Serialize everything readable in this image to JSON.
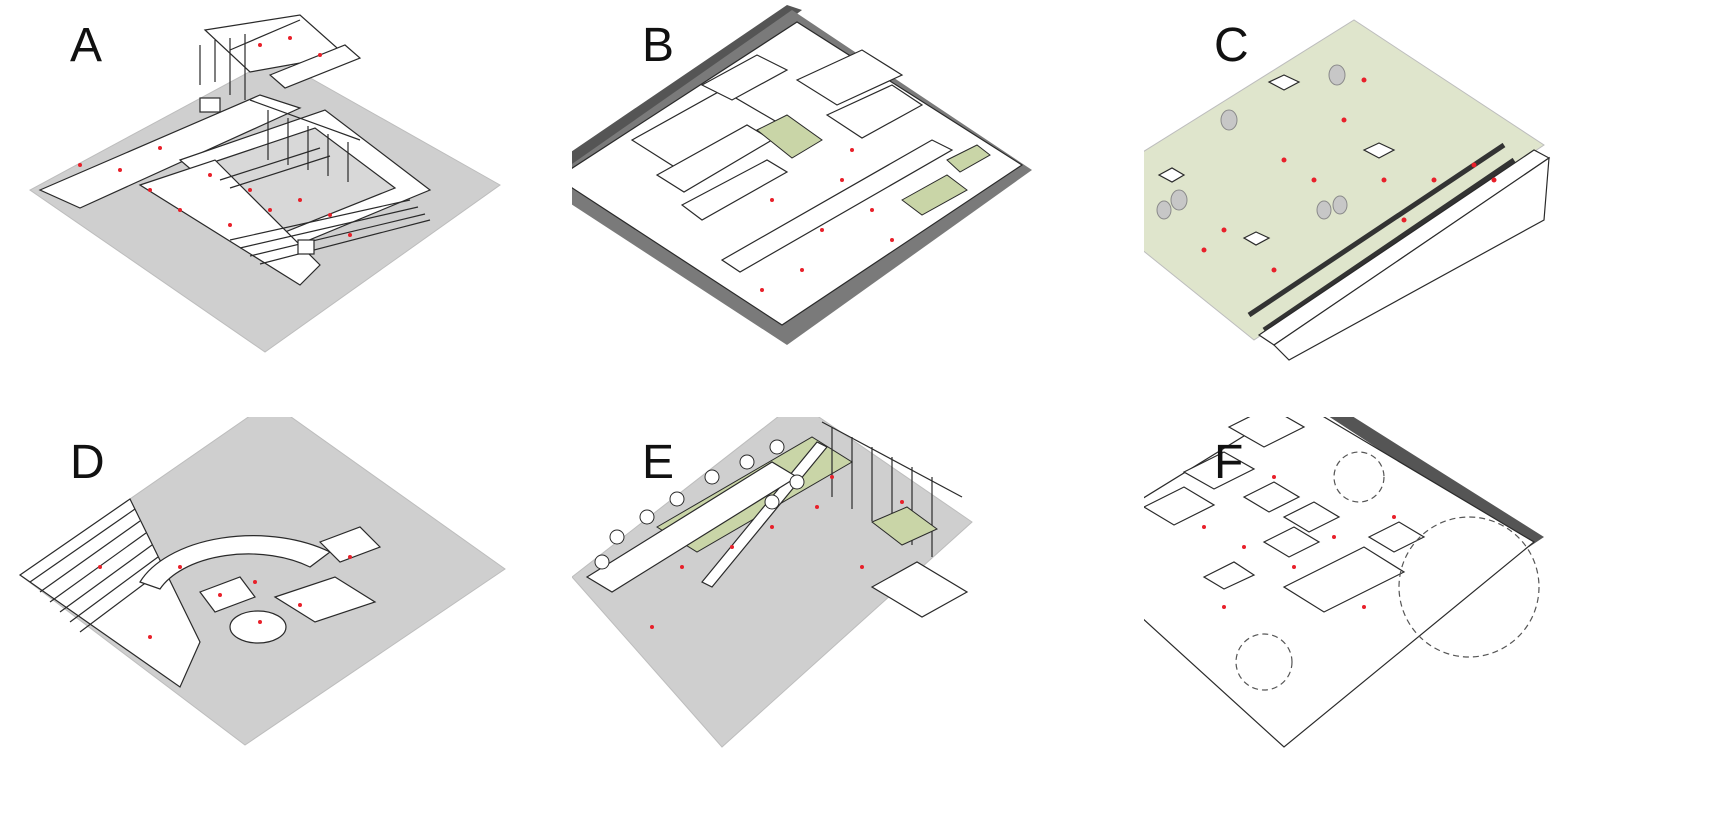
{
  "figure": {
    "panels": [
      {
        "id": "A",
        "label": "A"
      },
      {
        "id": "B",
        "label": "B"
      },
      {
        "id": "C",
        "label": "C"
      },
      {
        "id": "D",
        "label": "D"
      },
      {
        "id": "E",
        "label": "E"
      },
      {
        "id": "F",
        "label": "F"
      }
    ]
  },
  "colors": {
    "ground_gray": "#cfcfcf",
    "ground_green": "#dfe5cc",
    "grass_green": "#c9d5a7",
    "wall_white": "#ffffff",
    "line": "#2a2a2a",
    "dark_band": "#555555",
    "marker_red": "#e8202a",
    "tree_gray": "#c7c7c7"
  }
}
